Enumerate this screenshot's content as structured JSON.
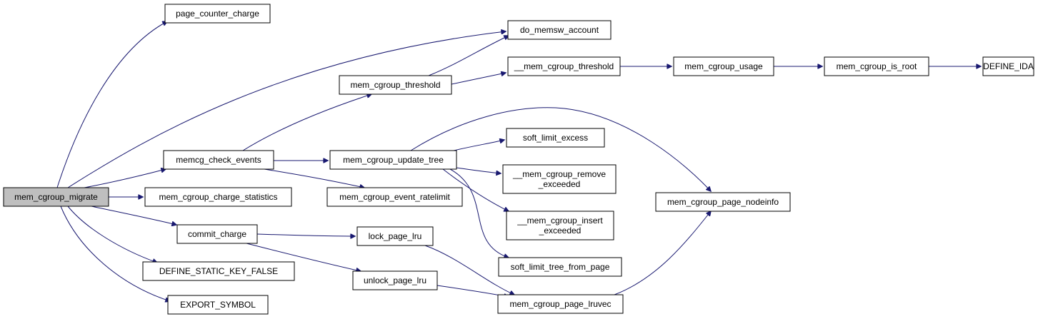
{
  "nodes": {
    "mem_cgroup_migrate": [
      "mem_cgroup_migrate"
    ],
    "page_counter_charge": [
      "page_counter_charge"
    ],
    "do_memsw_account": [
      "do_memsw_account"
    ],
    "memcg_check_events": [
      "memcg_check_events"
    ],
    "mem_cgroup_charge_statistics": [
      "mem_cgroup_charge_statistics"
    ],
    "commit_charge": [
      "commit_charge"
    ],
    "DEFINE_STATIC_KEY_FALSE": [
      "DEFINE_STATIC_KEY_FALSE"
    ],
    "EXPORT_SYMBOL": [
      "EXPORT_SYMBOL"
    ],
    "mem_cgroup_threshold": [
      "mem_cgroup_threshold"
    ],
    "__mem_cgroup_threshold": [
      "__mem_cgroup_threshold"
    ],
    "mem_cgroup_usage": [
      "mem_cgroup_usage"
    ],
    "mem_cgroup_is_root": [
      "mem_cgroup_is_root"
    ],
    "DEFINE_IDA": [
      "DEFINE_IDA"
    ],
    "mem_cgroup_update_tree": [
      "mem_cgroup_update_tree"
    ],
    "mem_cgroup_event_ratelimit": [
      "mem_cgroup_event_ratelimit"
    ],
    "soft_limit_excess": [
      "soft_limit_excess"
    ],
    "__mem_cgroup_remove_exceeded": [
      "__mem_cgroup_remove",
      "_exceeded"
    ],
    "__mem_cgroup_insert_exceeded": [
      "__mem_cgroup_insert",
      "_exceeded"
    ],
    "soft_limit_tree_from_page": [
      "soft_limit_tree_from_page"
    ],
    "mem_cgroup_page_nodeinfo": [
      "mem_cgroup_page_nodeinfo"
    ],
    "lock_page_lru": [
      "lock_page_lru"
    ],
    "unlock_page_lru": [
      "unlock_page_lru"
    ],
    "mem_cgroup_page_lruvec": [
      "mem_cgroup_page_lruvec"
    ]
  },
  "edges": [
    [
      "mem_cgroup_migrate",
      "page_counter_charge"
    ],
    [
      "mem_cgroup_migrate",
      "do_memsw_account"
    ],
    [
      "mem_cgroup_migrate",
      "memcg_check_events"
    ],
    [
      "mem_cgroup_migrate",
      "mem_cgroup_charge_statistics"
    ],
    [
      "mem_cgroup_migrate",
      "commit_charge"
    ],
    [
      "mem_cgroup_migrate",
      "DEFINE_STATIC_KEY_FALSE"
    ],
    [
      "mem_cgroup_migrate",
      "EXPORT_SYMBOL"
    ],
    [
      "memcg_check_events",
      "mem_cgroup_threshold"
    ],
    [
      "memcg_check_events",
      "mem_cgroup_update_tree"
    ],
    [
      "memcg_check_events",
      "mem_cgroup_event_ratelimit"
    ],
    [
      "mem_cgroup_threshold",
      "do_memsw_account"
    ],
    [
      "mem_cgroup_threshold",
      "__mem_cgroup_threshold"
    ],
    [
      "__mem_cgroup_threshold",
      "mem_cgroup_usage"
    ],
    [
      "mem_cgroup_usage",
      "mem_cgroup_is_root"
    ],
    [
      "mem_cgroup_is_root",
      "DEFINE_IDA"
    ],
    [
      "mem_cgroup_update_tree",
      "soft_limit_excess"
    ],
    [
      "mem_cgroup_update_tree",
      "__mem_cgroup_remove_exceeded"
    ],
    [
      "mem_cgroup_update_tree",
      "__mem_cgroup_insert_exceeded"
    ],
    [
      "mem_cgroup_update_tree",
      "soft_limit_tree_from_page"
    ],
    [
      "mem_cgroup_update_tree",
      "mem_cgroup_page_nodeinfo"
    ],
    [
      "commit_charge",
      "lock_page_lru"
    ],
    [
      "commit_charge",
      "unlock_page_lru"
    ],
    [
      "lock_page_lru",
      "mem_cgroup_page_lruvec"
    ],
    [
      "unlock_page_lru",
      "mem_cgroup_page_lruvec"
    ],
    [
      "mem_cgroup_page_lruvec",
      "mem_cgroup_page_nodeinfo"
    ]
  ],
  "colors": {
    "edge": "#191970",
    "root_fill": "#bfbfbf",
    "node_fill": "#ffffff",
    "node_border": "#000000"
  }
}
